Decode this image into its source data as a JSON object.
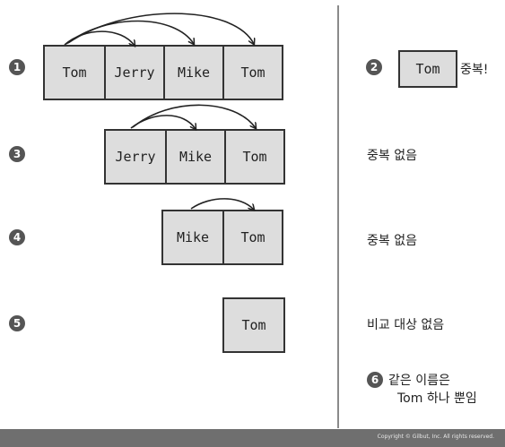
{
  "steps": [
    {
      "num": "1",
      "names": [
        "Tom",
        "Jerry",
        "Mike",
        "Tom"
      ]
    },
    {
      "num": "3",
      "names": [
        "Jerry",
        "Mike",
        "Tom"
      ]
    },
    {
      "num": "4",
      "names": [
        "Mike",
        "Tom"
      ]
    },
    {
      "num": "5",
      "names": [
        "Tom"
      ]
    }
  ],
  "results": {
    "r2_num": "2",
    "r2_name": "Tom",
    "r2_text": "중복!",
    "r3_text": "중복 없음",
    "r4_text": "중복 없음",
    "r5_text": "비교 대상 없음",
    "r6_num": "6",
    "r6_line1": "같은 이름은",
    "r6_line2": "Tom 하나 뿐임"
  },
  "footer": {
    "copyright": "Copyright © Gilbut, Inc. All rights reserved."
  },
  "colors": {
    "cell_fill": "#dddddd",
    "outline": "#333333",
    "badge": "#555555",
    "footer": "#6f6f6f"
  }
}
